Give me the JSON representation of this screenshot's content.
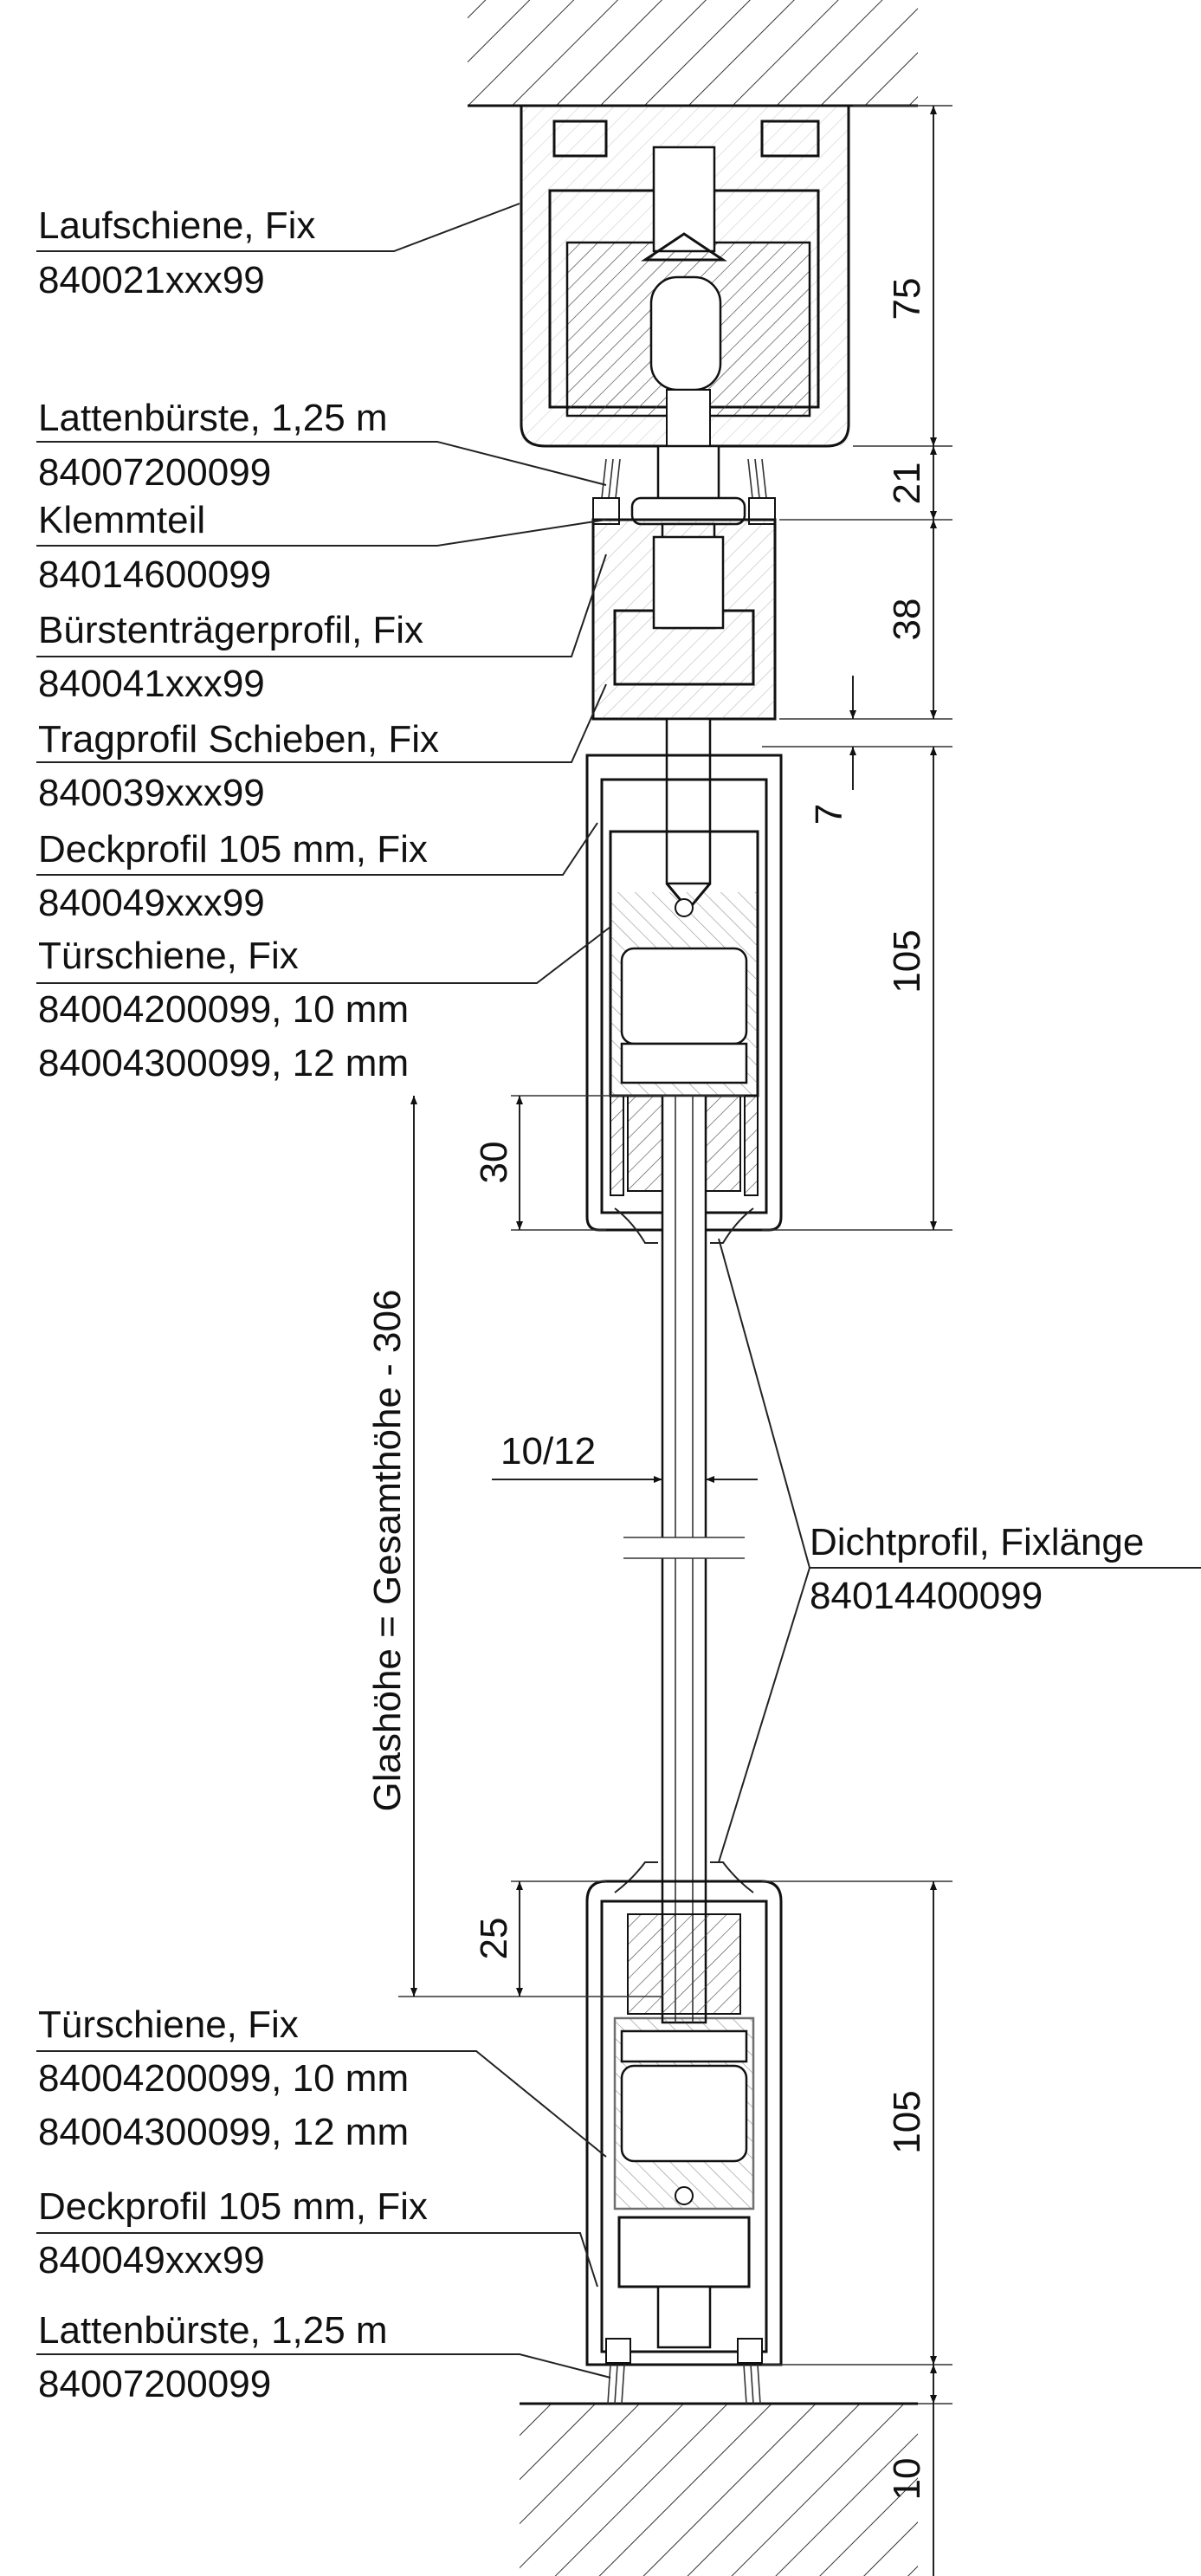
{
  "labels": {
    "laufschiene_name": "Laufschiene, Fix",
    "laufschiene_code": "840021xxx99",
    "lattenbuerste_top_name": "Lattenbürste, 1,25 m",
    "lattenbuerste_top_code": "84007200099",
    "klemmteil_name": "Klemmteil",
    "klemmteil_code": "84014600099",
    "buerstentraeger_name": "Bürstenträgerprofil, Fix",
    "buerstentraeger_code": "840041xxx99",
    "tragprofil_name": "Tragprofil Schieben, Fix",
    "tragprofil_code": "840039xxx99",
    "deckprofil_top_name": "Deckprofil 105 mm, Fix",
    "deckprofil_top_code": "840049xxx99",
    "tuerschiene_top_name": "Türschiene, Fix",
    "tuerschiene_top_code1": "84004200099, 10 mm",
    "tuerschiene_top_code2": "84004300099, 12 mm",
    "dichtprofil_name": "Dichtprofil, Fixlänge",
    "dichtprofil_code": "84014400099",
    "tuerschiene_bottom_name": "Türschiene, Fix",
    "tuerschiene_bottom_code1": "84004200099, 10 mm",
    "tuerschiene_bottom_code2": "84004300099, 12 mm",
    "deckprofil_bottom_name": "Deckprofil 105 mm, Fix",
    "deckprofil_bottom_code": "840049xxx99",
    "lattenbuerste_bottom_name": "Lattenbürste, 1,25 m",
    "lattenbuerste_bottom_code": "84007200099"
  },
  "dimensions": {
    "d75": "75",
    "d21": "21",
    "d38": "38",
    "d7": "7",
    "d105_top": "105",
    "d30": "30",
    "glass_thickness": "10/12",
    "glass_height": "Glashöhe = Gesamthöhe - 306",
    "d25": "25",
    "d105_bottom": "105",
    "d10": "10"
  }
}
